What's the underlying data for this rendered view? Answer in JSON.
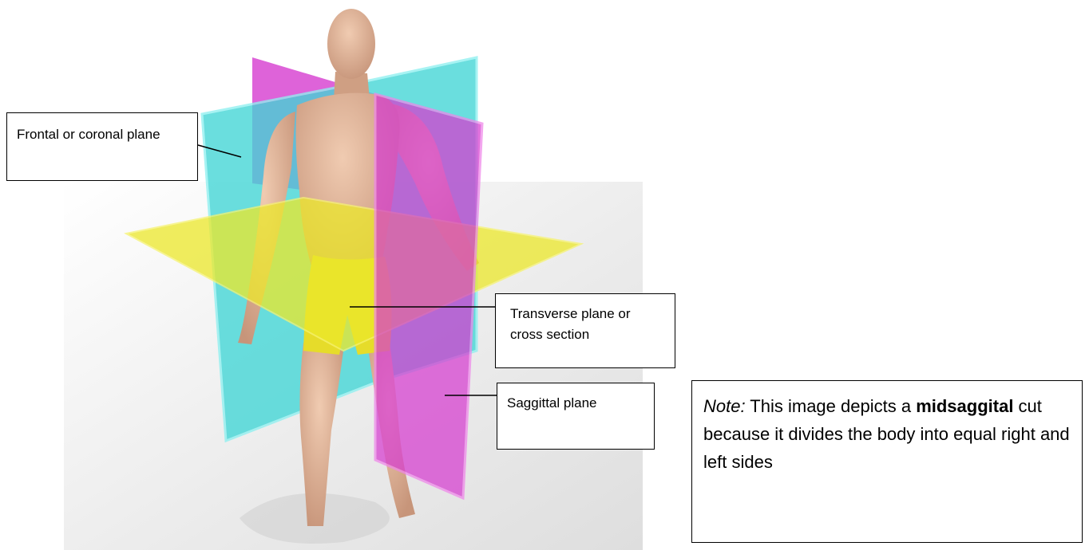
{
  "labels": {
    "frontal": "Frontal or coronal plane",
    "transverse": "Transverse plane or cross section",
    "sagittal": "Saggittal plane"
  },
  "note": {
    "prefix": "Note:",
    "text_before": " This image depicts a ",
    "bold": "midsaggital",
    "text_after": " cut because it divides the body into equal right and left sides"
  },
  "colors": {
    "frontal_plane": "#41d6d6",
    "sagittal_plane": "#d63cd0",
    "transverse_plane": "#ece82a",
    "skin": "#e2b79b",
    "shorts": "#e6dc2a",
    "background_shade": "#e8e8e8"
  }
}
